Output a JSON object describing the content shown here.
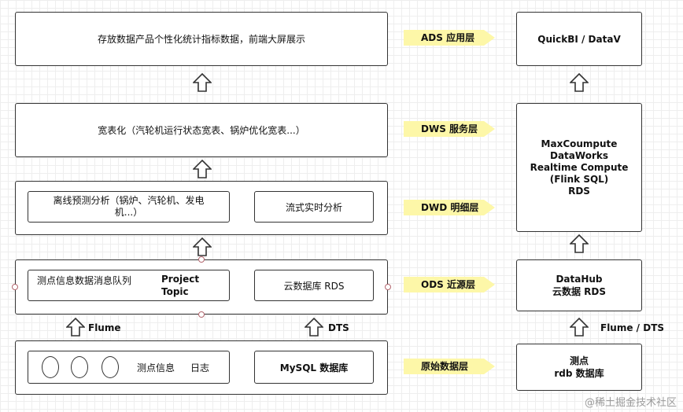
{
  "ads": {
    "text": "存放数据产品个性化统计指标数据，前端大屏展示",
    "tag": "ADS 应用层",
    "right": "QuickBI / DataV"
  },
  "dws": {
    "text": "宽表化（汽轮机运行状态宽表、锅炉优化宽表...）",
    "tag": "DWS 服务层"
  },
  "dwd": {
    "left_line1": "离线预测分析（锅炉、汽轮机、发电",
    "left_line2": "机...）",
    "right_inner": "流式实时分析",
    "tag": "DWD 明细层"
  },
  "compute": {
    "lines": [
      "MaxCoumpute",
      "DataWorks",
      "Realtime Compute",
      "(Flink SQL)",
      "RDS"
    ]
  },
  "ods": {
    "left_label": "测点信息数据消息队列",
    "project_line1": "Project",
    "project_line2": "Topic",
    "right_inner": "云数据库 RDS",
    "tag": "ODS 近源层",
    "right_line1": "DataHub",
    "right_line2": "云数据 RDS"
  },
  "flows": {
    "flume": "Flume",
    "dts": "DTS",
    "flume_dts": "Flume / DTS"
  },
  "raw": {
    "left_inner": "测点信息",
    "log": "日志",
    "mysql": "MySQL 数据库",
    "tag": "原始数据层",
    "right_line1": "测点",
    "right_line2": "rdb 数据库"
  },
  "watermark": "@稀土掘金技术社区"
}
